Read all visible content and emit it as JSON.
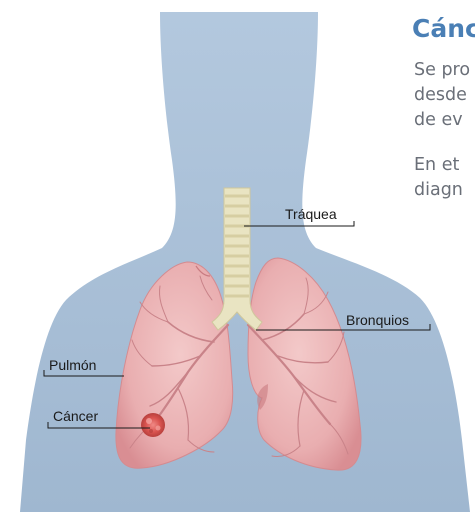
{
  "labels": {
    "trachea": "Tráquea",
    "bronchi": "Bronquios",
    "lung": "Pulmón",
    "cancer": "Cáncer"
  },
  "sidebar": {
    "title": "Cánc",
    "paragraph1": [
      "Se pro",
      "desde",
      "de ev"
    ],
    "paragraph2": [
      "En et",
      "diagn"
    ]
  },
  "colors": {
    "silhouette": "#a9bfd6",
    "lung": "#eab0b2",
    "trachea": "#e9e4c2",
    "tumor": "#d9534f",
    "title": "#4a7fb5"
  }
}
